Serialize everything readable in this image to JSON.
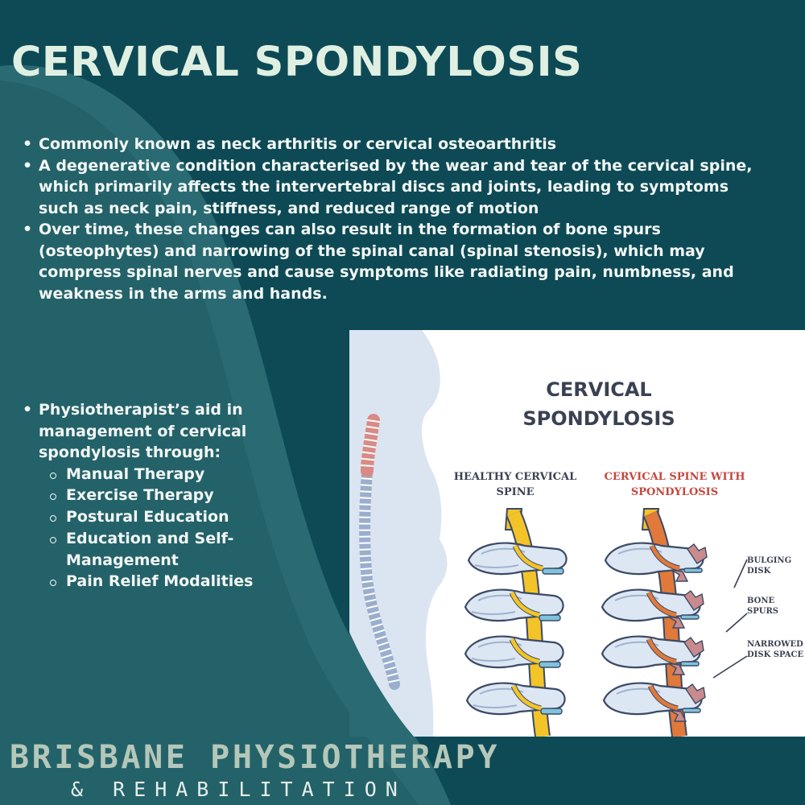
{
  "title": "CERVICAL SPONDYLOSIS",
  "bullets": [
    "Commonly known as neck arthritis or cervical osteoarthritis",
    "A degenerative condition characterised by the wear and tear of the cervical spine, which primarily affects the intervertebral discs and joints, leading to symptoms such as neck pain, stiffness, and reduced range of motion",
    "Over time, these changes can also result in the formation of bone spurs (osteophytes) and narrowing of the spinal canal (spinal stenosis), which may compress spinal nerves and cause symptoms like radiating pain, numbness, and weakness in the arms and hands."
  ],
  "management": {
    "intro": "Physiotherapist’s aid in management of cervical spondylosis through:",
    "items": [
      "Manual Therapy",
      "Exercise Therapy",
      "Postural Education",
      "Education and Self-Management",
      "Pain Relief Modalities"
    ]
  },
  "illustration": {
    "title_line1": "CERVICAL",
    "title_line2": "SPONDYLOSIS",
    "healthy_line1": "HEALTHY CERVICAL",
    "healthy_line2": "SPINE",
    "affected_line1": "CERVICAL SPINE WITH",
    "affected_line2": "SPONDYLOSIS",
    "labels": {
      "bulging_1": "BULGING",
      "bulging_2": "DISK",
      "spurs_1": "BONE",
      "spurs_2": "SPURS",
      "narrowed_1": "NARROWED",
      "narrowed_2": "DISK SPACE"
    }
  },
  "brand": {
    "line1": "BRISBANE PHYSIOTHERAPY",
    "line2": "& REHABILITATION"
  },
  "colors": {
    "background": "#0d4a55",
    "accent_curve": "#2a6a72",
    "title": "#dff0e2",
    "illustration_title": "#3a4152",
    "affected_red": "#c4473e",
    "bone": "#dde7f3",
    "nerve": "#f3c428"
  }
}
